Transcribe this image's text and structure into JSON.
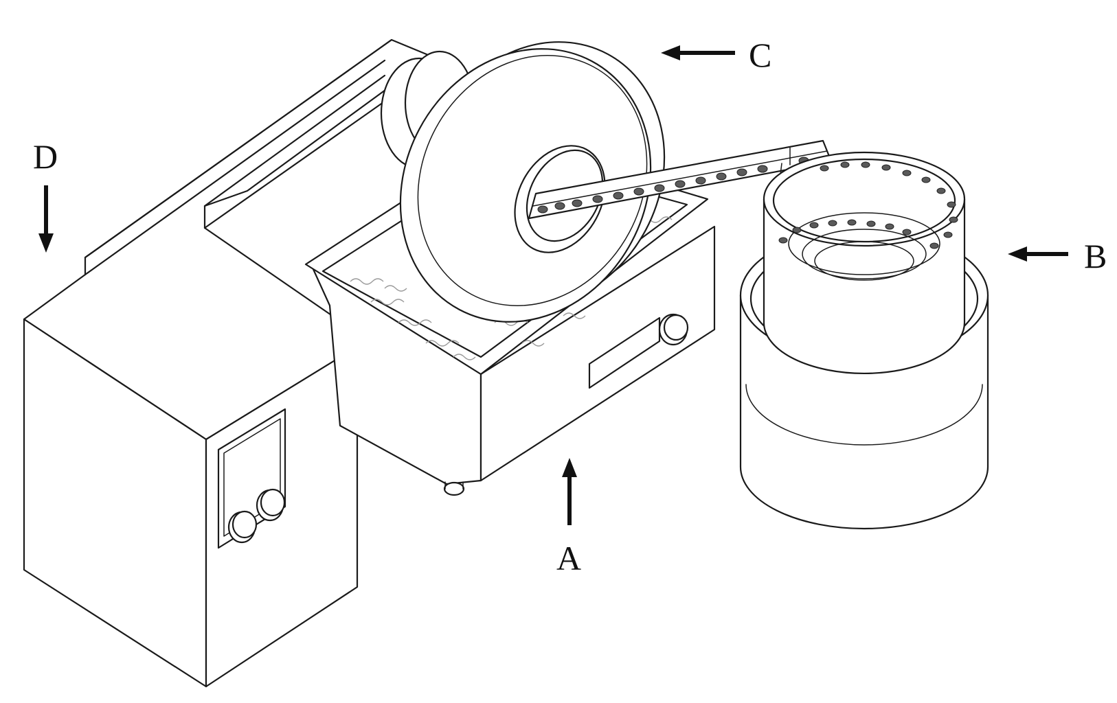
{
  "labels": {
    "a": "A",
    "b": "B",
    "c": "C",
    "d": "D"
  },
  "colors": {
    "line": "#1a1a1a",
    "background": "#ffffff",
    "liquid_wave": "#9a9a9a"
  }
}
